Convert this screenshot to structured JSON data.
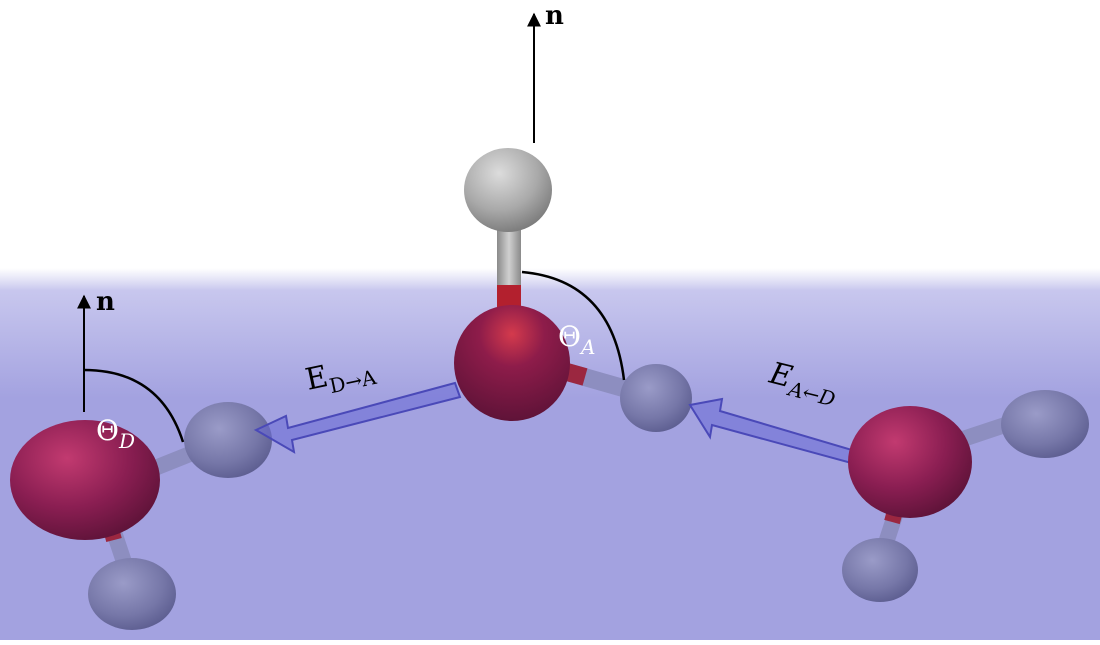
{
  "labels": {
    "normal_top": "n",
    "normal_left": "n",
    "theta_a_main": "Θ",
    "theta_a_sub": "A",
    "theta_d_main": "Θ",
    "theta_d_sub": "D",
    "e_da_main": "E",
    "e_da_sub": "D→A",
    "e_ad_main": "E",
    "e_ad_sub": "A←D"
  },
  "colors": {
    "water": "#a3a2e0",
    "water_top": "#c8c7ee",
    "oxygen": "#8a1e52",
    "oxygen_highlight": "#c23a70",
    "hydrogen_submerged": "#7677a8",
    "hydrogen_exposed": "#a9a9a9",
    "bond_red": "#b3202e",
    "arrow": "#5858c4"
  }
}
